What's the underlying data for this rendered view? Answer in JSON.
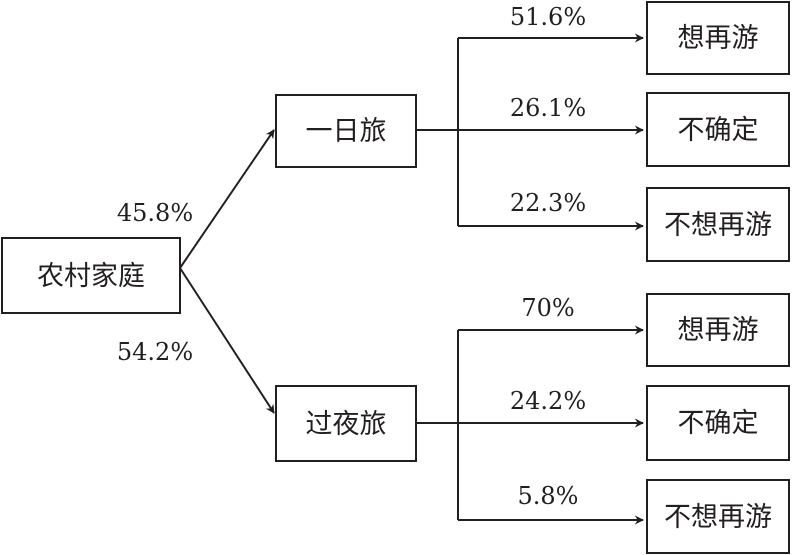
{
  "root": {
    "label": "农村家庭"
  },
  "branches": [
    {
      "label": "一日旅",
      "percent": "45.8%",
      "outcomes": [
        {
          "label": "想再游",
          "percent": "51.6%"
        },
        {
          "label": "不确定",
          "percent": "26.1%"
        },
        {
          "label": "不想再游",
          "percent": "22.3%"
        }
      ]
    },
    {
      "label": "过夜旅",
      "percent": "54.2%",
      "outcomes": [
        {
          "label": "想再游",
          "percent": "70%"
        },
        {
          "label": "不确定",
          "percent": "24.2%"
        },
        {
          "label": "不想再游",
          "percent": "5.8%"
        }
      ]
    }
  ]
}
